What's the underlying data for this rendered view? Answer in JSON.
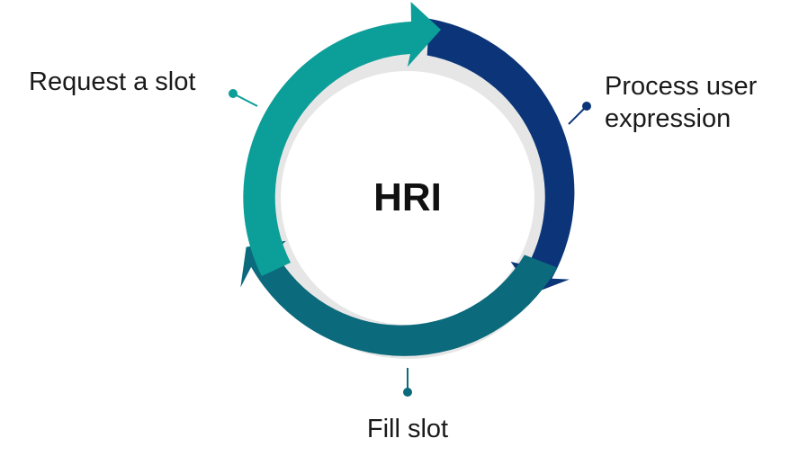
{
  "diagram": {
    "center_label": "HRI",
    "colors": {
      "teal": "#0c9e98",
      "navy": "#0b3578",
      "dark_teal": "#0b6a7c",
      "ring_bg": "#e6e6e6",
      "text": "#1a1a1a"
    },
    "stages": [
      {
        "id": "request",
        "label_lines": [
          "Request a slot"
        ]
      },
      {
        "id": "process",
        "label_lines": [
          "Process user",
          "expression"
        ]
      },
      {
        "id": "fill",
        "label_lines": [
          "Fill slot"
        ]
      }
    ]
  }
}
